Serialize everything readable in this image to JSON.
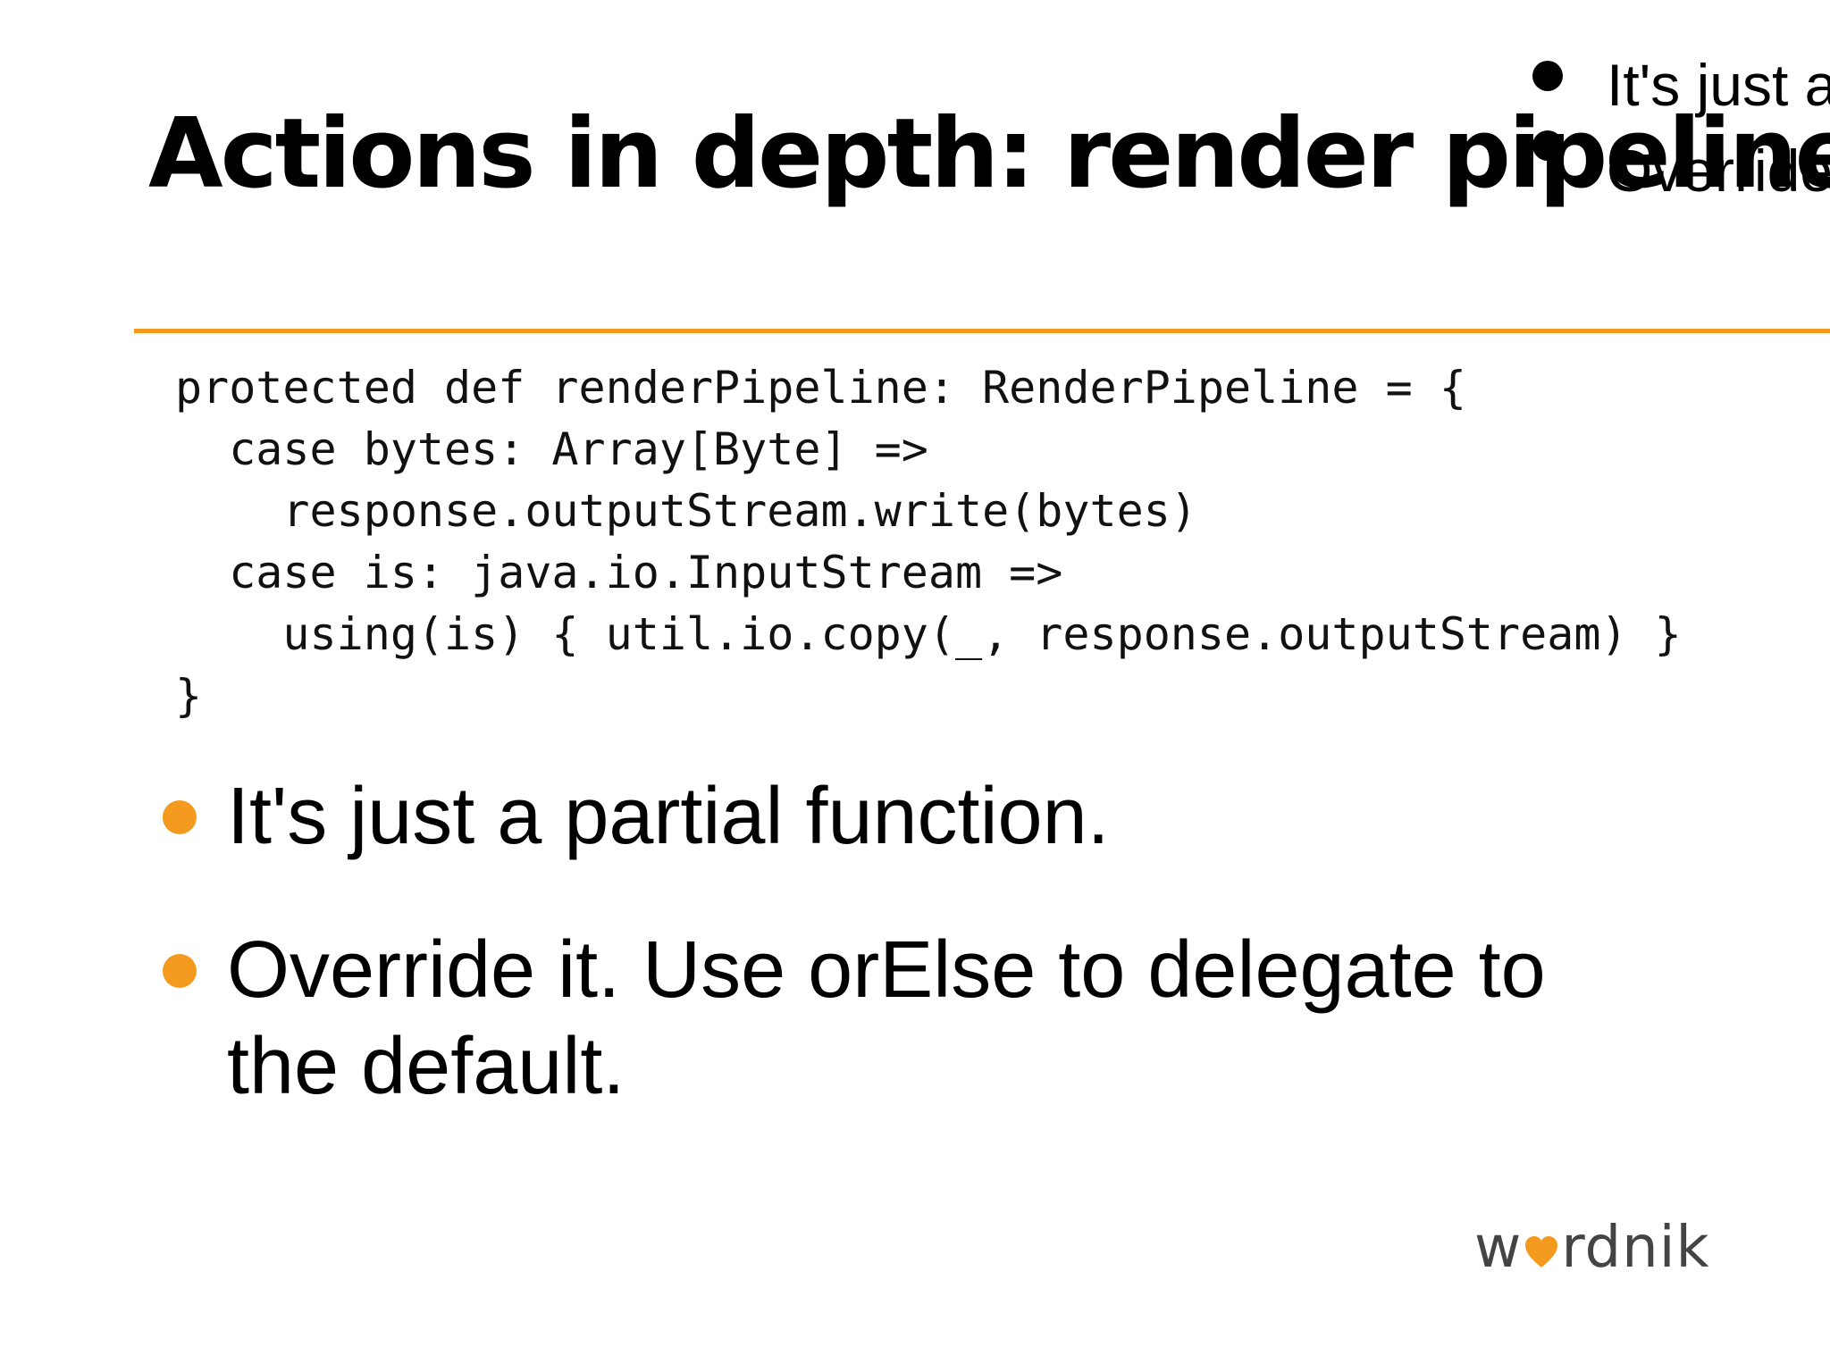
{
  "slide": {
    "title": "Actions in depth: render pipeline",
    "overlay_items": [
      "It's just a",
      "Override"
    ],
    "code_lines": [
      "protected def renderPipeline: RenderPipeline = {",
      "  case bytes: Array[Byte] =>",
      "    response.outputStream.write(bytes)",
      "  case is: java.io.InputStream =>",
      "    using(is) { util.io.copy(_, response.outputStream) }",
      "}"
    ],
    "bullets": [
      "It's just a partial function.",
      "Override it. Use orElse to delegate to the default."
    ],
    "logo": {
      "prefix": "w",
      "suffix": "rdnik",
      "icon": "heart-icon"
    }
  },
  "colors": {
    "accent": "#f39a1f",
    "text": "#000000",
    "logo_text": "#444444"
  }
}
